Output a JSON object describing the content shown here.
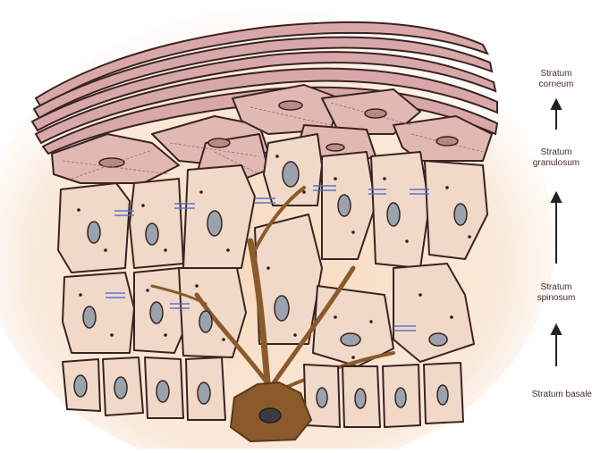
{
  "labels": {
    "corneum": {
      "line1": "Stratum",
      "line2": "corneum"
    },
    "granulosum": {
      "line1": "Stratum",
      "line2": "granulosum"
    },
    "spinosum": {
      "line1": "Stratum",
      "line2": "spinosum"
    },
    "basale": {
      "text": "Stratum basale"
    }
  },
  "colors": {
    "outline": "#3a2320",
    "stratum_corneum_fill": "#d8a8a8",
    "granular_fill": "#e2b8b2",
    "cell_fill": "#f1d9c9",
    "nucleus_fill": "#9aa3ad",
    "melanocyte_fill": "#8b5a2b",
    "desmosome": "#5b74c8",
    "arrow": "#222222"
  },
  "icons": [
    "up-arrow-icon"
  ]
}
